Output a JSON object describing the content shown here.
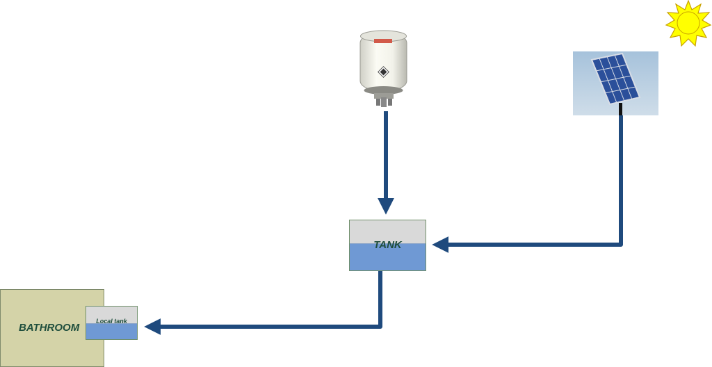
{
  "diagram": {
    "main_tank": {
      "label": "TANK"
    },
    "bathroom": {
      "label": "BATHROOM"
    },
    "local_tank": {
      "label": "Local tank"
    },
    "colors": {
      "pipe": "#1f4a7d",
      "water": "#6f99d4",
      "tank_empty": "#d9d9d9",
      "bathroom": "#d4d3a8",
      "sun": "#ffff00",
      "sun_outline": "#c8a000",
      "label_text": "#1f4e3d"
    },
    "icons": {
      "heater": "water-heater-icon",
      "solar": "solar-panel-icon",
      "sun": "sun-icon"
    },
    "flows": [
      {
        "from": "water-heater",
        "to": "main-tank"
      },
      {
        "from": "solar-panel",
        "to": "main-tank"
      },
      {
        "from": "main-tank",
        "to": "local-tank"
      }
    ]
  }
}
